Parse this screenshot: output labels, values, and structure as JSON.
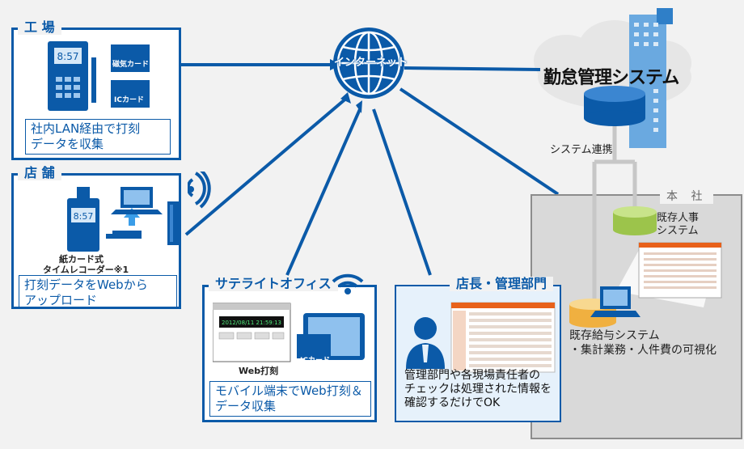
{
  "factory": {
    "title": "工 場",
    "caption_line1": "社内LAN経由で打刻",
    "caption_line2": "データを収集",
    "magnetic_card": "磁気カード",
    "ic_card": "ICカード",
    "clock_display": "8:57"
  },
  "store": {
    "title": "店 舗",
    "caption_line1": "打刻データをWebから",
    "caption_line2": "アップロード",
    "recorder_line1": "紙カード式",
    "recorder_line2": "タイムレコーダー※1",
    "clock_display": "8:57"
  },
  "satellite": {
    "title": "サテライトオフィス",
    "caption_line1": "モバイル端末でWeb打刻＆",
    "caption_line2": "データ収集",
    "web_label": "Web打刻",
    "ic_card": "ICカード",
    "screen_time": "2012/08/11 21:59:13"
  },
  "manager": {
    "title": "店長・管理部門",
    "caption_line1": "管理部門や各現場責任者の",
    "caption_line2": "チェックは処理された情報を",
    "caption_line3": "確認するだけでOK"
  },
  "internet": {
    "label": "インターネット"
  },
  "system": {
    "title": "勤怠管理システム",
    "link_label": "システム連携"
  },
  "hq": {
    "title": "本 社",
    "hr_line1": "既存人事",
    "hr_line2": "システム",
    "payroll_line1": "既存給与システム",
    "payroll_line2": "・集計業務・人件費の可視化"
  },
  "colors": {
    "brand": "#0b5aa8",
    "accent": "#e8611a",
    "db_green": "#b6d86a",
    "db_orange": "#f4c46c"
  }
}
